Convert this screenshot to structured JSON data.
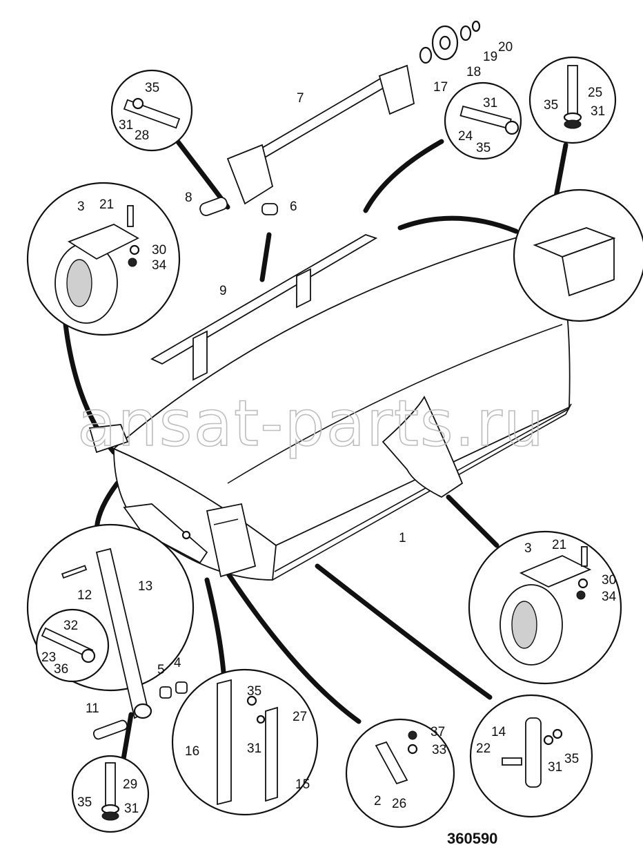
{
  "diagram": {
    "reference_number": "360590",
    "watermark": "ansat-parts.ru",
    "part_labels": [
      {
        "id": "p1",
        "text": "1"
      },
      {
        "id": "p2",
        "text": "2"
      },
      {
        "id": "p3a",
        "text": "3"
      },
      {
        "id": "p3b",
        "text": "3"
      },
      {
        "id": "p4",
        "text": "4"
      },
      {
        "id": "p5",
        "text": "5"
      },
      {
        "id": "p6",
        "text": "6"
      },
      {
        "id": "p7",
        "text": "7"
      },
      {
        "id": "p8",
        "text": "8"
      },
      {
        "id": "p9",
        "text": "9"
      },
      {
        "id": "p11",
        "text": "11"
      },
      {
        "id": "p12",
        "text": "12"
      },
      {
        "id": "p13",
        "text": "13"
      },
      {
        "id": "p14",
        "text": "14"
      },
      {
        "id": "p15",
        "text": "15"
      },
      {
        "id": "p16",
        "text": "16"
      },
      {
        "id": "p17",
        "text": "17"
      },
      {
        "id": "p18",
        "text": "18"
      },
      {
        "id": "p19",
        "text": "19"
      },
      {
        "id": "p20",
        "text": "20"
      },
      {
        "id": "p21a",
        "text": "21"
      },
      {
        "id": "p21b",
        "text": "21"
      },
      {
        "id": "p22",
        "text": "22"
      },
      {
        "id": "p23",
        "text": "23"
      },
      {
        "id": "p24",
        "text": "24"
      },
      {
        "id": "p25",
        "text": "25"
      },
      {
        "id": "p26",
        "text": "26"
      },
      {
        "id": "p27",
        "text": "27"
      },
      {
        "id": "p28",
        "text": "28"
      },
      {
        "id": "p29",
        "text": "29"
      },
      {
        "id": "p30a",
        "text": "30"
      },
      {
        "id": "p30b",
        "text": "30"
      },
      {
        "id": "p31a",
        "text": "31"
      },
      {
        "id": "p31b",
        "text": "31"
      },
      {
        "id": "p31c",
        "text": "31"
      },
      {
        "id": "p31d",
        "text": "31"
      },
      {
        "id": "p31e",
        "text": "31"
      },
      {
        "id": "p31f",
        "text": "31"
      },
      {
        "id": "p32",
        "text": "32"
      },
      {
        "id": "p33",
        "text": "33"
      },
      {
        "id": "p34a",
        "text": "34"
      },
      {
        "id": "p34b",
        "text": "34"
      },
      {
        "id": "p35a",
        "text": "35"
      },
      {
        "id": "p35b",
        "text": "35"
      },
      {
        "id": "p35c",
        "text": "35"
      },
      {
        "id": "p35d",
        "text": "35"
      },
      {
        "id": "p35e",
        "text": "35"
      },
      {
        "id": "p35f",
        "text": "35"
      },
      {
        "id": "p36",
        "text": "36"
      },
      {
        "id": "p37",
        "text": "37"
      }
    ]
  }
}
